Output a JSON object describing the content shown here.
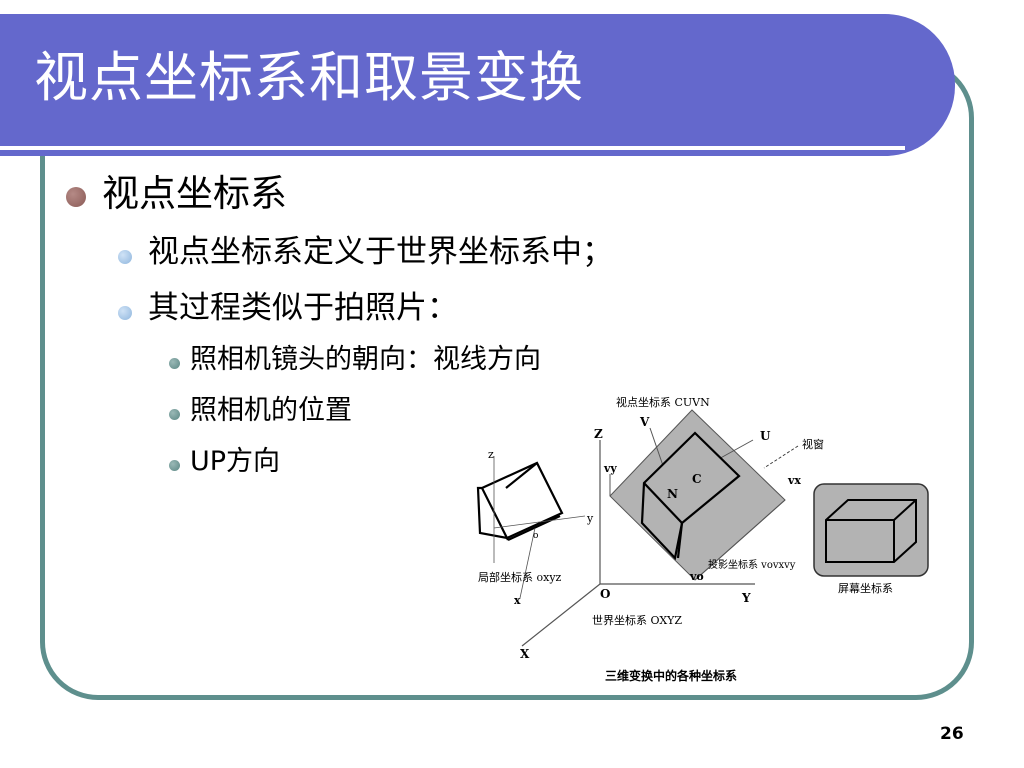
{
  "slide": {
    "title": "视点坐标系和取景变换",
    "bullets": {
      "b1": "视点坐标系",
      "b1_1": "视点坐标系定义于世界坐标系中；",
      "b1_2": "其过程类似于拍照片：",
      "b1_2_1": "照相机镜头的朝向：视线方向",
      "b1_2_2": "照相机的位置",
      "b1_2_3": "UP方向"
    },
    "page_number": "26"
  },
  "figure": {
    "caption": "三维变换中的各种坐标系",
    "view_system_label": "视点坐标系 CUVN",
    "window_label": "视窗",
    "projection_label": "投影坐标系 vovxvy",
    "local_label": "局部坐标系 oxyz",
    "world_label": "世界坐标系 OXYZ",
    "screen_label": "屏幕坐标系",
    "axis_Z": "Z",
    "axis_X": "X",
    "axis_Y": "Y",
    "axis_O": "O",
    "axis_z": "z",
    "axis_x": "x",
    "axis_y": "y",
    "axis_o": "o",
    "axis_V": "V",
    "axis_U": "U",
    "axis_C": "C",
    "axis_N": "N",
    "axis_vy": "vy",
    "axis_vx": "vx",
    "axis_vo": "vo"
  }
}
